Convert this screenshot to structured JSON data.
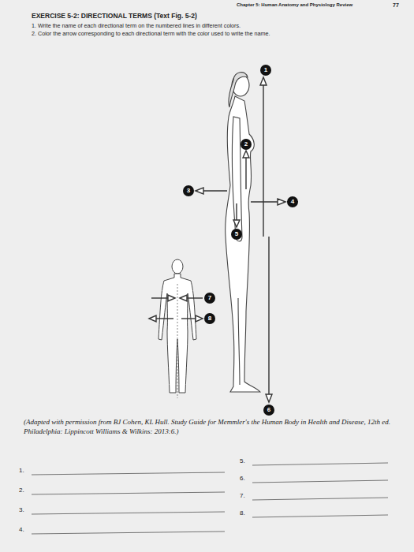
{
  "diagram": {
    "title": "EXERCISE 5-2: DIRECTIONAL TERMS (Text Fig. 5-2)",
    "caption": "(Adapted with permission from BJ Cohen, KL Hull. Study Guide for Memmler's the Human Body in Health and Disease, 12th ed. Philadelphia: Lippincott Williams & Wilkins: 2013:6.)",
    "labels": [
      "Chapter 5: Human Anatomy and Physiology Review",
      "77",
      "1. Write the name of each directional term on the numbered lines in different colors.",
      "2. Color the arrow corresponding to each directional term with the color used to write the name.",
      "1",
      "2",
      "3",
      "4",
      "5",
      "6",
      "7",
      "8",
      "1.",
      "2.",
      "3.",
      "4.",
      "5.",
      "6.",
      "7.",
      "8."
    ]
  }
}
